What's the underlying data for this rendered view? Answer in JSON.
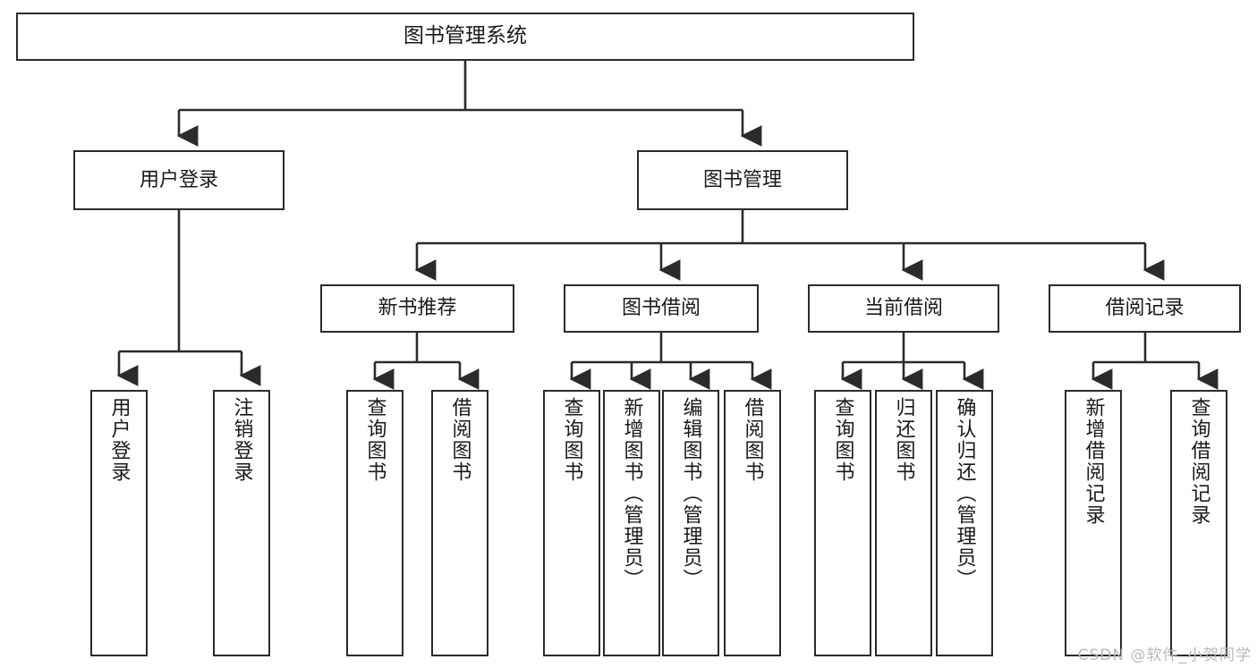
{
  "diagram": {
    "title": "图书管理系统",
    "type": "tree-structure-chart",
    "watermark": "CSDN @软件_小贺同学",
    "colors": {
      "stroke": "#2b2b2b",
      "fill": "#ffffff",
      "text": "#1a1a1a",
      "watermark": "#b9b9b9"
    },
    "nodes": {
      "root": {
        "label": "图书管理系统"
      },
      "level2": [
        {
          "label": "用户登录"
        },
        {
          "label": "图书管理"
        }
      ],
      "level3": [
        {
          "label": "新书推荐"
        },
        {
          "label": "图书借阅"
        },
        {
          "label": "当前借阅"
        },
        {
          "label": "借阅记录"
        }
      ],
      "leaves": {
        "user_login": [
          {
            "label": "用户登录"
          },
          {
            "label": "注销登录"
          }
        ],
        "new_book": [
          {
            "label": "查询图书"
          },
          {
            "label": "借阅图书"
          }
        ],
        "book_borrow": [
          {
            "label": "查询图书"
          },
          {
            "label": "新增图书（管理员）"
          },
          {
            "label": "编辑图书（管理员）"
          },
          {
            "label": "借阅图书"
          }
        ],
        "current_borrow": [
          {
            "label": "查询图书"
          },
          {
            "label": "归还图书"
          },
          {
            "label": "确认归还（管理员）"
          }
        ],
        "borrow_record": [
          {
            "label": "新增借阅记录"
          },
          {
            "label": "查询借阅记录"
          }
        ]
      }
    }
  }
}
